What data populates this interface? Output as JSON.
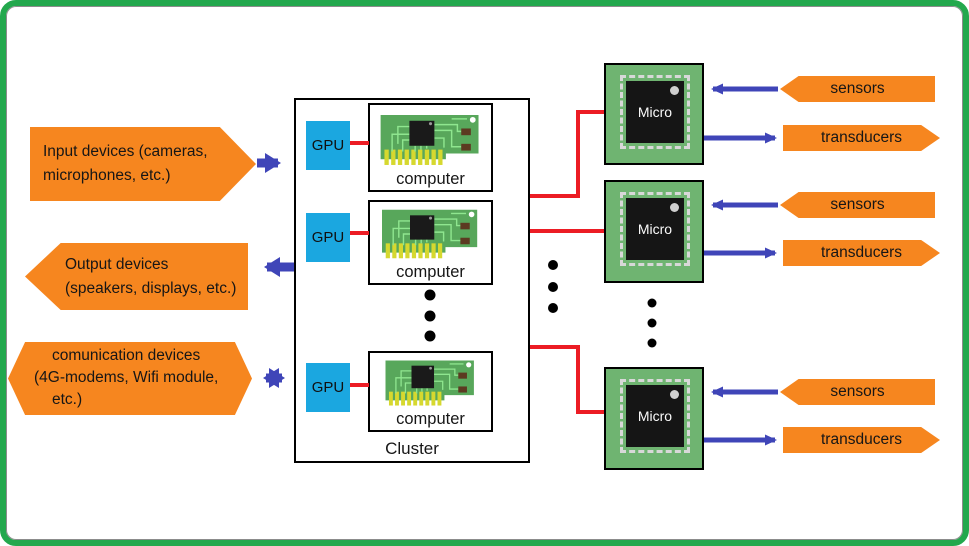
{
  "io_devices": {
    "input": {
      "line1": "Input devices (cameras,",
      "line2": "microphones, etc.)"
    },
    "output": {
      "line1": "Output devices",
      "line2": "(speakers, displays, etc.)"
    },
    "comm": {
      "line1": "comunication devices",
      "line2": "(4G-modems, Wifi module,",
      "line3": "etc.)"
    }
  },
  "cluster": {
    "label": "Cluster",
    "gpu_label": "GPU",
    "computer_label": "computer"
  },
  "micro": {
    "label": "Micro"
  },
  "right_io": {
    "sensors_label": "sensors",
    "transducers_label": "transducers"
  },
  "colors": {
    "frame_green": "#23A84D",
    "device_orange": "#F6861F",
    "arrow_blue": "#3F45B8",
    "wire_red": "#EC1C24",
    "gpu_cyan": "#1BA7E0",
    "micro_green": "#6FB471",
    "pcb_green": "#58A75B"
  }
}
